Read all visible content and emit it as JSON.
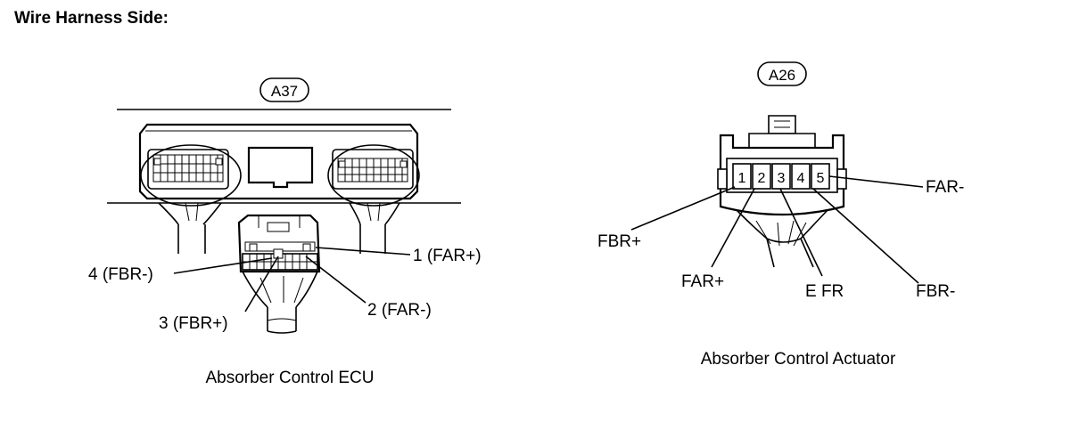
{
  "title": "Wire Harness Side:",
  "ecu": {
    "connector_id": "A37",
    "caption": "Absorber Control ECU",
    "pins": [
      {
        "label": "1 (FAR+)"
      },
      {
        "label": "2 (FAR-)"
      },
      {
        "label": "3 (FBR+)"
      },
      {
        "label": "4 (FBR-)"
      }
    ]
  },
  "actuator": {
    "connector_id": "A26",
    "caption": "Absorber Control Actuator",
    "pin_numbers": [
      "1",
      "2",
      "3",
      "4",
      "5"
    ],
    "labels": {
      "far_minus": "FAR-",
      "fbr_plus": "FBR+",
      "far_plus": "FAR+",
      "efr": "E FR",
      "fbr_minus": "FBR-"
    }
  }
}
